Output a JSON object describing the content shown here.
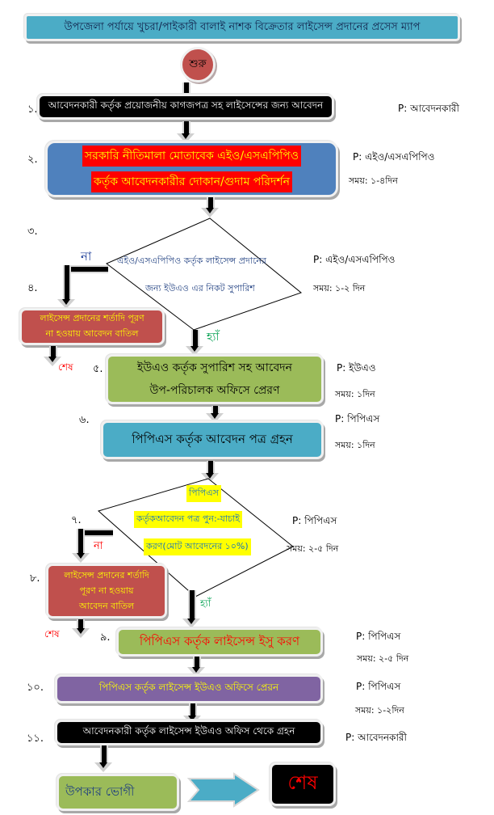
{
  "title": "উপজেলা পর্যায়ে খুচরা/পাইকারী বালাই নাশক বিক্রেতার লাইসেন্স প্রদানের প্রসেস ম্যাপ",
  "start_label": "শুরু",
  "colors": {
    "title_bg": "#4bacc6",
    "start_circle": "#c0504d",
    "black_box": "#000000",
    "blue_box": "#4f81bd",
    "red_box": "#c0504d",
    "green_box": "#9bbb59",
    "purple_box": "#8064a2",
    "highlight_red": "#ff0000",
    "highlight_yellow": "#ffff00",
    "yes_color": "#00a050",
    "no_color_3": "#1f3f99",
    "no_color_7": "#ff0000",
    "end_text": "#ff0000"
  },
  "steps": [
    {
      "num": "১.",
      "text": "আবেদনকারী কর্তৃক প্রয়োজনীয় কাগজপত্র সহ লাইসেন্সের জন্য আবেদন",
      "person": "P: আবেদনকারী"
    },
    {
      "num": "২.",
      "lines": [
        "সরকারি নীতিমালা মোতাবেক এইও/এসএপিপিও",
        "কর্তৃক আবেদনকারীর দোকান/গুদাম পরিদর্শন"
      ],
      "person": "P: এইও/এসএপিপিও",
      "time": "সময়: ১-৪দিন"
    },
    {
      "num": "৩.",
      "lines": [
        "এইও/এসএপিপিও কর্তৃক লাইসেন্স প্রদানের",
        "জন্য ইউএও এর নিকট সুপারিশ"
      ],
      "person": "P: এইও/এসএপিপিও",
      "time": "সময়: ১-২ দিন",
      "no": "না",
      "yes": "হ্যাঁ"
    },
    {
      "num": "৪.",
      "lines": [
        "লাইসেন্স প্রদানের শর্তাদি পূরণ",
        "না হওয়ায় আবেদন বাতিল"
      ],
      "end": "শেষ"
    },
    {
      "num": "৫.",
      "lines": [
        "ইউএও কর্তৃক সুপারিশ সহ আবেদন",
        "উপ-পরিচালক অফিসে প্রেরণ"
      ],
      "person": "P: ইউএও",
      "time": "সময়: ১দিন"
    },
    {
      "num": "৬.",
      "text": "পিপিএস কর্তৃক আবেদন পত্র গ্রহন",
      "person": "P: পিপিএস",
      "time": "সময়: ১দিন"
    },
    {
      "num": "৭.",
      "lines": [
        "পিপিএস",
        "কর্তৃকআবেদন পত্র পুন:-যাচাই",
        "করণ(মোট আবেদনের ১০%)"
      ],
      "person": "P: পিপিএস",
      "time": "সময়: ২-৫ দিন",
      "no": "না",
      "yes": "হ্যাঁ"
    },
    {
      "num": "৮.",
      "lines": [
        "লাইসেন্স প্রদানের শর্তাদি",
        "পূরণ না হওয়ায়",
        "আবেদন বাতিল"
      ],
      "end": "শেষ"
    },
    {
      "num": "৯.",
      "text": "পিপিএস কর্তৃক লাইসেন্স ইসু করণ",
      "person": "P: পিপিএস",
      "time": "সময়: ২-৫ দিন"
    },
    {
      "num": "১০.",
      "text": "পিপিএস কর্তৃক লাইসেন্স ইউএও অফিসে প্রেরন",
      "person": "P: পিপিএস",
      "time": "সময়: ১-২দিন"
    },
    {
      "num": "১১.",
      "text": "আবেদনকারী কর্তৃক লাইসেন্স ইউএও অফিস থেকে গ্রহন",
      "person": "P: আবেদনকারী"
    }
  ],
  "beneficiary": "উপকার ভোগী",
  "final_end": "শেষ"
}
